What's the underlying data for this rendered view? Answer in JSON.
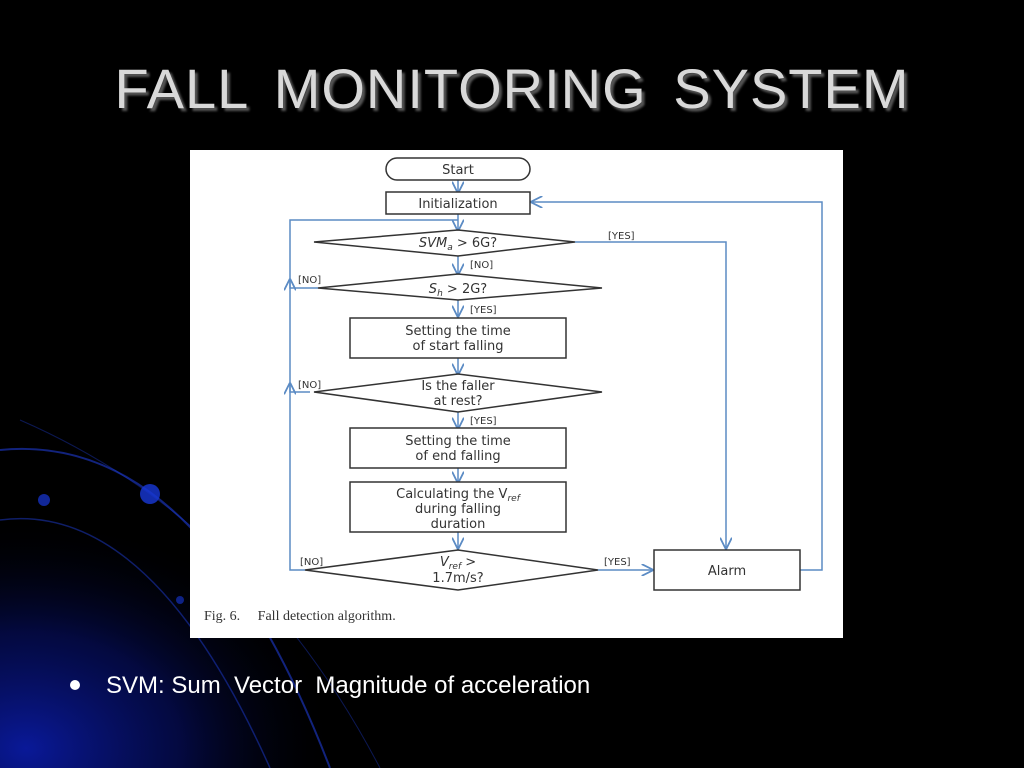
{
  "slide": {
    "title": "FALL  MONITORING  SYSTEM",
    "bullet": "SVM: Sum  Vector  Magnitude of acceleration"
  },
  "colors": {
    "background": "#000000",
    "accent_blue": "#0a1a8c",
    "arrow_blue": "#5b8bc4",
    "title_gray": "#d9d9d9"
  },
  "flowchart": {
    "start": "Start",
    "init": "Initialization",
    "decision1_main": "SVM",
    "decision1_sub": "a",
    "decision1_tail": " > 6G?",
    "decision2_main": "S",
    "decision2_sub": "h",
    "decision2_tail": " > 2G?",
    "box1_line1": "Setting the time",
    "box1_line2": "of start falling",
    "decision3_line1": "Is the faller",
    "decision3_line2": "at rest?",
    "box2_line1": "Setting the time",
    "box2_line2": "of end falling",
    "box3_line1_pre": "Calculating the V",
    "box3_line1_sub": "ref",
    "box3_line2": "during  falling",
    "box3_line3": "duration",
    "decision4_line1_pre": "V",
    "decision4_line1_sub": "ref",
    "decision4_line1_post": " >",
    "decision4_line2": "1.7m/s?",
    "alarm": "Alarm",
    "label_yes": "[YES]",
    "label_no": "[NO]",
    "caption": "Fig. 6.     Fall detection algorithm."
  }
}
